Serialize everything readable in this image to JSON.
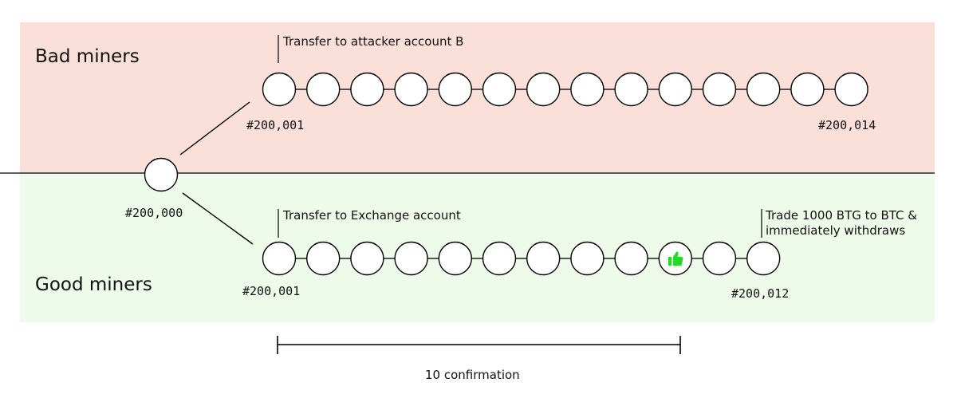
{
  "colors": {
    "bad_region": "#fbe0da",
    "good_region": "#effbea",
    "node_stroke": "#000000",
    "node_fill": "#ffffff",
    "thumb": "#27d927"
  },
  "regions": {
    "bad_label": "Bad miners",
    "good_label": "Good miners"
  },
  "fork": {
    "label": "#200,000"
  },
  "bad_chain": {
    "node_count": 14,
    "start_label": "#200,001",
    "end_label": "#200,014",
    "annotation": "Transfer to attacker account B"
  },
  "good_chain": {
    "node_count": 12,
    "thumb_icon": "thumbs-up-icon",
    "start_label": "#200,001",
    "end_label": "#200,012",
    "annotation_start": "Transfer to Exchange account",
    "annotation_end": "Trade 1000 BTG to BTC &\nimmediately withdraws"
  },
  "confirmation": {
    "label": "10 confirmation"
  }
}
